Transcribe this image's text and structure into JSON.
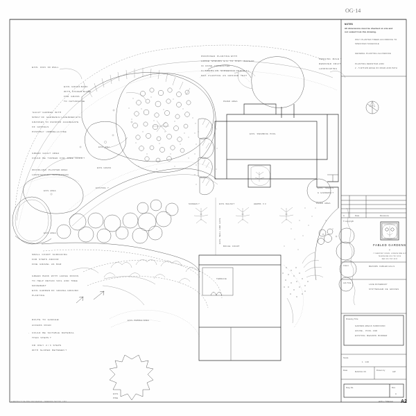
{
  "sheet": {
    "header_mark": "OG·14",
    "footer_credit": "A PRODUCT OF THE UNO RANGE · DRAWING SET NO. 1951",
    "sheet_size": "420 x 594mm",
    "sheet_format": "A2"
  },
  "notes": {
    "heading": "NOTES",
    "lines": [
      "All dimensions must be checked on site and",
      "not scaled from this drawing."
    ],
    "body": [
      "ONLY PLANTED TREES ACCORDING TO",
      "SPECIFIED SCHEDULE",
      "",
      "GENERAL PLANTING ALLOWANCE",
      "",
      "PLANTING DENSITIES 2/M2",
      "2 - 5 WITHIN EDGE OF ROAD AND PATH"
    ]
  },
  "revision_table": {
    "columns": [
      "A",
      "Date",
      "Revisions"
    ],
    "rows": [
      {
        "rev": "",
        "date": "",
        "desc": ""
      },
      {
        "rev": "",
        "date": "",
        "desc": ""
      },
      {
        "rev": "",
        "date": "",
        "desc": ""
      },
      {
        "rev": "",
        "date": "",
        "desc": ""
      }
    ],
    "copyright": "© copyright"
  },
  "logo": {
    "name": "FABLED GARDENS",
    "sub_of": "of",
    "address_1": "7 CHESTNUT DRIVE, LONDON NW6 4LP",
    "address_2": "TELEPHONE  020 7267 4310",
    "address_3": "FAX  020 7267 4311"
  },
  "title_block": {
    "client_label": "Client",
    "client_value": "MESSRS. FABLED HILLS",
    "job_label": "Job Title",
    "job_value_1": "LAKE ROSEMARY",
    "job_value_2": "STOTTENHAM  DE  GROVES",
    "drawing_title_label": "Drawing Title",
    "drawing_title_1": "GARDEN AREAS SURROUND",
    "drawing_title_2": "HOUSE ,  POOL  AND",
    "drawing_title_3": "EXISTING  MEADOW  BORDER",
    "scale_label": "Scale",
    "scale_value": "1 : 100",
    "date_label": "Date",
    "date_value": "MARCH 06",
    "drawn_label": "Drawn by",
    "drawn_value": "AW",
    "dwg_label": "Dwg No.",
    "dwg_value": "",
    "rev_label": "Rev",
    "rev_value": "A"
  },
  "plan_labels": {
    "l01": "EXIS.  RUN  OF WALL",
    "l02a": "EXIS. GRASS BANK",
    "l02b": "WITH  STAKED BLADE",
    "l02c": "FOR  GRASS  -",
    "l02d": "TO  NATURALISE",
    "l03a": "'GAULT' GARDEN  WITH",
    "l03b": "SPRAY OF  GARDENIA/ LAVENDER ETC.",
    "l03c": "GRASSES  IN  RANDOM  AGGREGATE",
    "l03d": "OF  GRAVELS",
    "l03e": "POSSIBLY  UMBRELLA PINE",
    "l04a": "GREEN  GAULT  AREA",
    "l04b": "COULD  BE  TURNED  FOR  TREE  NOOK ?",
    "l05a": "WOODLAND  PLANTED AREA",
    "l05b": "LAWN/GRAVEL/ HEDGEWOOD",
    "l06": "EXIS. ASH",
    "l07": "EXIS. AREA",
    "l08": "EXIS. GRASS",
    "l09": "EXISTING  ?",
    "l10a": "PROPOSED  PLANTING WITH",
    "l10b": "LARGE  SHRUBS  E.G. TO  HIGH  INSTEAD",
    "l10c": "IN  ROSE  CHARACTER",
    "l10d": "CLIMBERS ON  SCREENING FENCE ? /",
    "l10e": "MAX  PLANTING  AS  GROUND  TEXT",
    "l11a": "HEDGING  MALE ?",
    "l11b": "REMOVED  FRUIT",
    "l11c": "LANDSCAPING",
    "l12": "PAVED  AREA",
    "l13": "EXIS.  SWIMMING  POOL",
    "l14a": "EXIS.  TRELLIS",
    "l14b": "&  GARDENIA ?",
    "l15": "PAVED  AREA",
    "l16a": "SCREEN ?",
    "l16b": "EXIS. WALNUT",
    "l16c": "HERBS  x 3",
    "l17": "EXIS.  WALL  AND  GATE",
    "l18": "BOULE  COURT",
    "l19": "TERRACE",
    "l20a": "SMALL  COURT  SURFACING",
    "l20b": "FOR  STEPS  AND/OR",
    "l20c": "FINE  GRAVEL  AS  BAR",
    "l21a": "GREEN  BANK  WITH  LARGE  ROCKS",
    "l21b": "TO  HELP  RETAIN  SOIL  AND  TREE",
    "l21c": "MOVEMENT",
    "l21d": "EXIS. GARDEN OF  GRAVEL GROUND",
    "l21e": "PLANTING",
    "l22a": "ROUTE  TO  GARAGE/",
    "l22b": "ACCESS  ROAD",
    "l22c": "COULD  BE  SUITABLE  MATERIAL",
    "l22d": "THAN  STEPS ?",
    "l22e": "OR  ONLY  2 / 3  STEPS",
    "l22f": "WITH  SLOPED  BETWEEN ?",
    "l23": "EXIS. PEBBLE AREA",
    "l24a": "EXIS.",
    "l24b": "PINE",
    "l25": "EXIS. AREA",
    "l26": "NORTH"
  }
}
